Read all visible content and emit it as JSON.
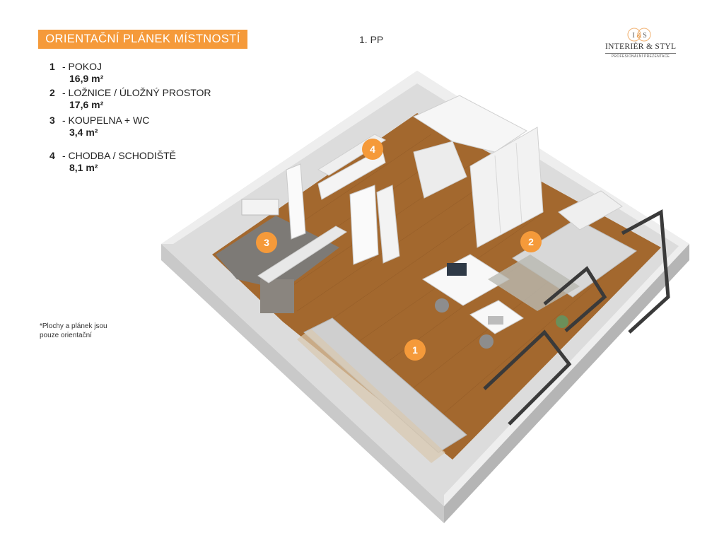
{
  "header": {
    "title": "ORIENTAČNÍ PLÁNEK MÍSTNOSTÍ",
    "floor": "1. PP"
  },
  "logo": {
    "monogram": "I&S",
    "name": "INTERIÉR & STYL",
    "subtitle": "PROFESIONÁLNÍ PREZENTACE"
  },
  "legend": [
    {
      "num": "1",
      "name": "- POKOJ",
      "area": "16,9 m²"
    },
    {
      "num": "2",
      "name": "- LOŽNICE / ÚLOŽNÝ PROSTOR",
      "area": "17,6 m²"
    },
    {
      "num": "3",
      "name": "- KOUPELNA + WC",
      "area": "3,4 m²"
    },
    {
      "num": "4",
      "name": "- CHODBA / SCHODIŠTĚ",
      "area": "8,1 m²"
    }
  ],
  "note": "*Plochy  a plánek jsou pouze orientační",
  "markers": [
    "1",
    "2",
    "3",
    "4"
  ],
  "colors": {
    "accent": "#f59a3a",
    "floor_wood": "#a3682e",
    "walls": "#e6e6e6",
    "tiles": "#7d7a76",
    "window_frame": "#3a3a3a"
  }
}
